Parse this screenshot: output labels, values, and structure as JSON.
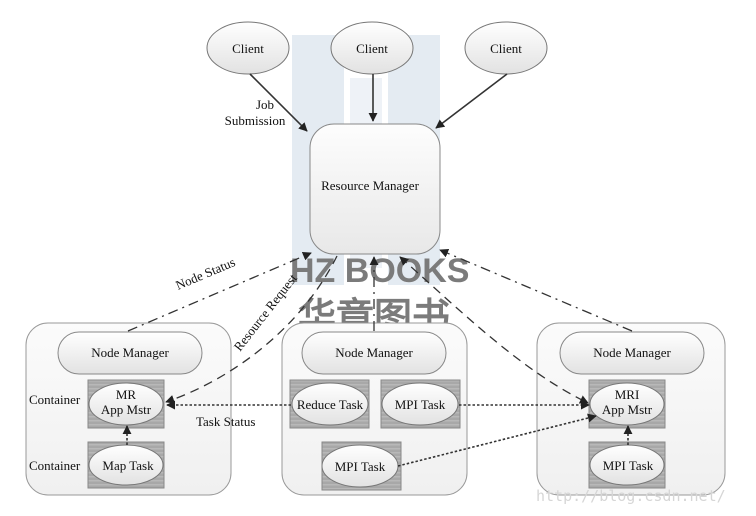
{
  "diagram": {
    "type": "architecture",
    "clients": [
      {
        "label": "Client"
      },
      {
        "label": "Client"
      },
      {
        "label": "Client"
      }
    ],
    "resource_manager": {
      "label": "Resource Manager"
    },
    "nodes": [
      {
        "node_manager": "Node Manager",
        "containers": [
          {
            "label": "Container",
            "task": [
              "MR",
              "App Mstr"
            ]
          },
          {
            "label": "Container",
            "task": [
              "Map Task"
            ]
          }
        ]
      },
      {
        "node_manager": "Node Manager",
        "tasks": [
          "Reduce Task",
          "MPI Task",
          "MPI Task"
        ]
      },
      {
        "node_manager": "Node Manager",
        "tasks": [
          [
            "MRI",
            "App Mstr"
          ],
          [
            "MPI Task"
          ]
        ]
      }
    ],
    "edge_labels": {
      "job_submission": [
        "Job",
        "Submission"
      ],
      "node_status": "Node Status",
      "resource_request": "Resource Request",
      "task_status": "Task Status"
    },
    "edges": [
      {
        "from": "client-1",
        "to": "resource-manager",
        "style": "solid",
        "label": "Job Submission"
      },
      {
        "from": "client-2",
        "to": "resource-manager",
        "style": "solid"
      },
      {
        "from": "client-3",
        "to": "resource-manager",
        "style": "solid"
      },
      {
        "from": "node-manager-1",
        "to": "resource-manager",
        "style": "dash-dot",
        "label": "Node Status"
      },
      {
        "from": "node-manager-2",
        "to": "resource-manager",
        "style": "dash-dot"
      },
      {
        "from": "node-manager-3",
        "to": "resource-manager",
        "style": "dash-dot"
      },
      {
        "from": "mr-app-master",
        "to": "resource-manager",
        "style": "dashed",
        "label": "Resource Request"
      },
      {
        "from": "resource-manager",
        "to": "mr-app-master",
        "style": "dashed"
      },
      {
        "from": "mri-app-master",
        "to": "resource-manager",
        "style": "dashed"
      },
      {
        "from": "resource-manager",
        "to": "mri-app-master",
        "style": "dashed"
      },
      {
        "from": "reduce-task",
        "to": "mr-app-master",
        "style": "dotted",
        "label": "Task Status"
      },
      {
        "from": "map-task",
        "to": "mr-app-master",
        "style": "dotted"
      },
      {
        "from": "mpi-task-1",
        "to": "mri-app-master",
        "style": "dotted"
      },
      {
        "from": "mpi-task-2",
        "to": "mri-app-master",
        "style": "dotted"
      },
      {
        "from": "mpi-task-3",
        "to": "mri-app-master",
        "style": "dotted"
      }
    ],
    "watermark": "http://blog.csdn.net/",
    "colors": {
      "stroke": "#333333",
      "ellipse_fill": "#eeeeee",
      "container_fill": "#a9a9a9",
      "node_fill": "#f8f8f8",
      "background_watermark": "#dbe4f0"
    }
  }
}
